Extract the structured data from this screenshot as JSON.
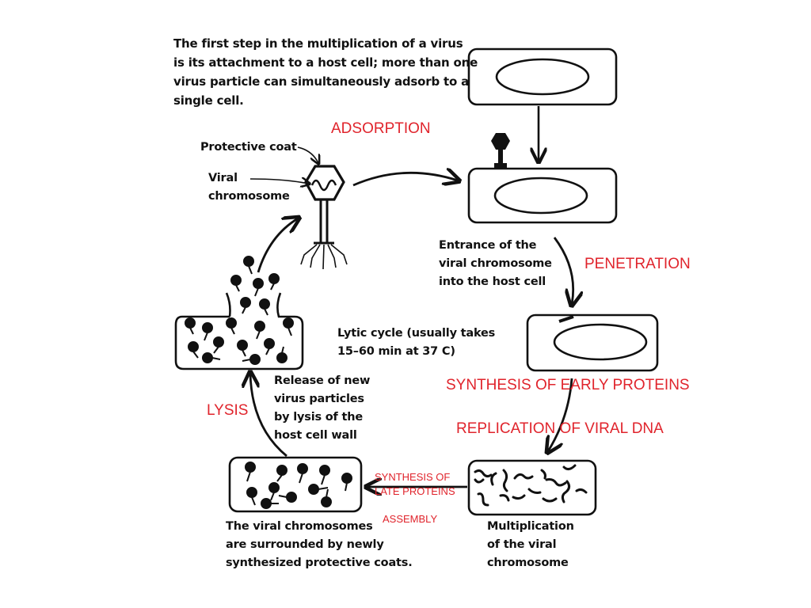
{
  "intro": {
    "lines": [
      "The first step in the multiplication of a virus",
      "is its attachment to a host cell; more than one",
      "virus particle can simultaneously adsorb to a",
      "single cell."
    ]
  },
  "labels": {
    "protective_coat": "Protective coat",
    "viral_chromosome": [
      "Viral",
      "chromosome"
    ],
    "entrance": [
      "Entrance of the",
      "viral chromosome",
      "into the host cell"
    ],
    "lytic_cycle": [
      "Lytic cycle (usually takes",
      "15–60 min  at 37  C)"
    ],
    "release": [
      "Release of new",
      "virus particles",
      "by lysis of the",
      "host cell wall"
    ],
    "surrounded": [
      "The viral chromosomes",
      "are surrounded by newly",
      "synthesized protective coats."
    ],
    "multiplication": [
      "Multiplication",
      "of the viral",
      "chromosome"
    ]
  },
  "stages": {
    "adsorption": "ADSORPTION",
    "penetration": "PENETRATION",
    "synthesis_early": "SYNTHESIS OF EARLY PROTEINS",
    "replication": "REPLICATION OF VIRAL DNA",
    "lysis": "LYSIS",
    "synthesis_late": [
      "SYNTHESIS OF",
      "LATE PROTEINS"
    ],
    "assembly": "ASSEMBLY"
  },
  "colors": {
    "annotation": "#e0242c",
    "ink": "#111111"
  }
}
